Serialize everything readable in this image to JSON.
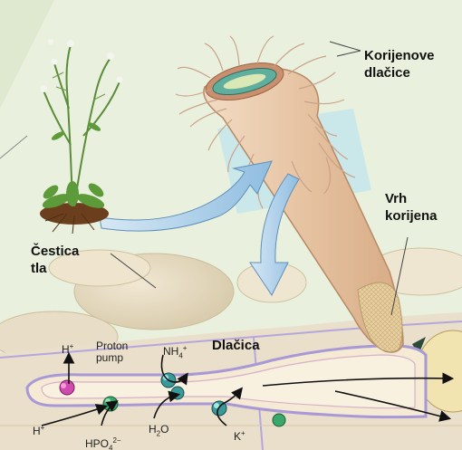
{
  "labels": {
    "root_hairs": [
      "Korijenove",
      "dlačice"
    ],
    "root_tip": [
      "Vrh",
      "korijena"
    ],
    "soil_particle": [
      "Čestica",
      "tla"
    ],
    "hair_cell": "Dlačica",
    "proton_pump": [
      "Proton",
      "pump"
    ]
  },
  "ions": {
    "h_top": "H",
    "h_top_sup": "+",
    "h_bottom": "H",
    "h_bottom_sup": "+",
    "nh4": "NH",
    "nh4_sub": "4",
    "nh4_sup": "+",
    "h2o_a": "H",
    "h2o_sub": "2",
    "h2o_b": "O",
    "hpo4": "HPO",
    "hpo4_sub": "4",
    "hpo4_sup": "2−",
    "k": "K",
    "k_sup": "+"
  },
  "colors": {
    "background": "#e9f1de",
    "root": "#e8c8a8",
    "soil": "#e6dcc4",
    "membrane": "#8a7ac8",
    "arrow_fill": "#9cc4e4"
  }
}
